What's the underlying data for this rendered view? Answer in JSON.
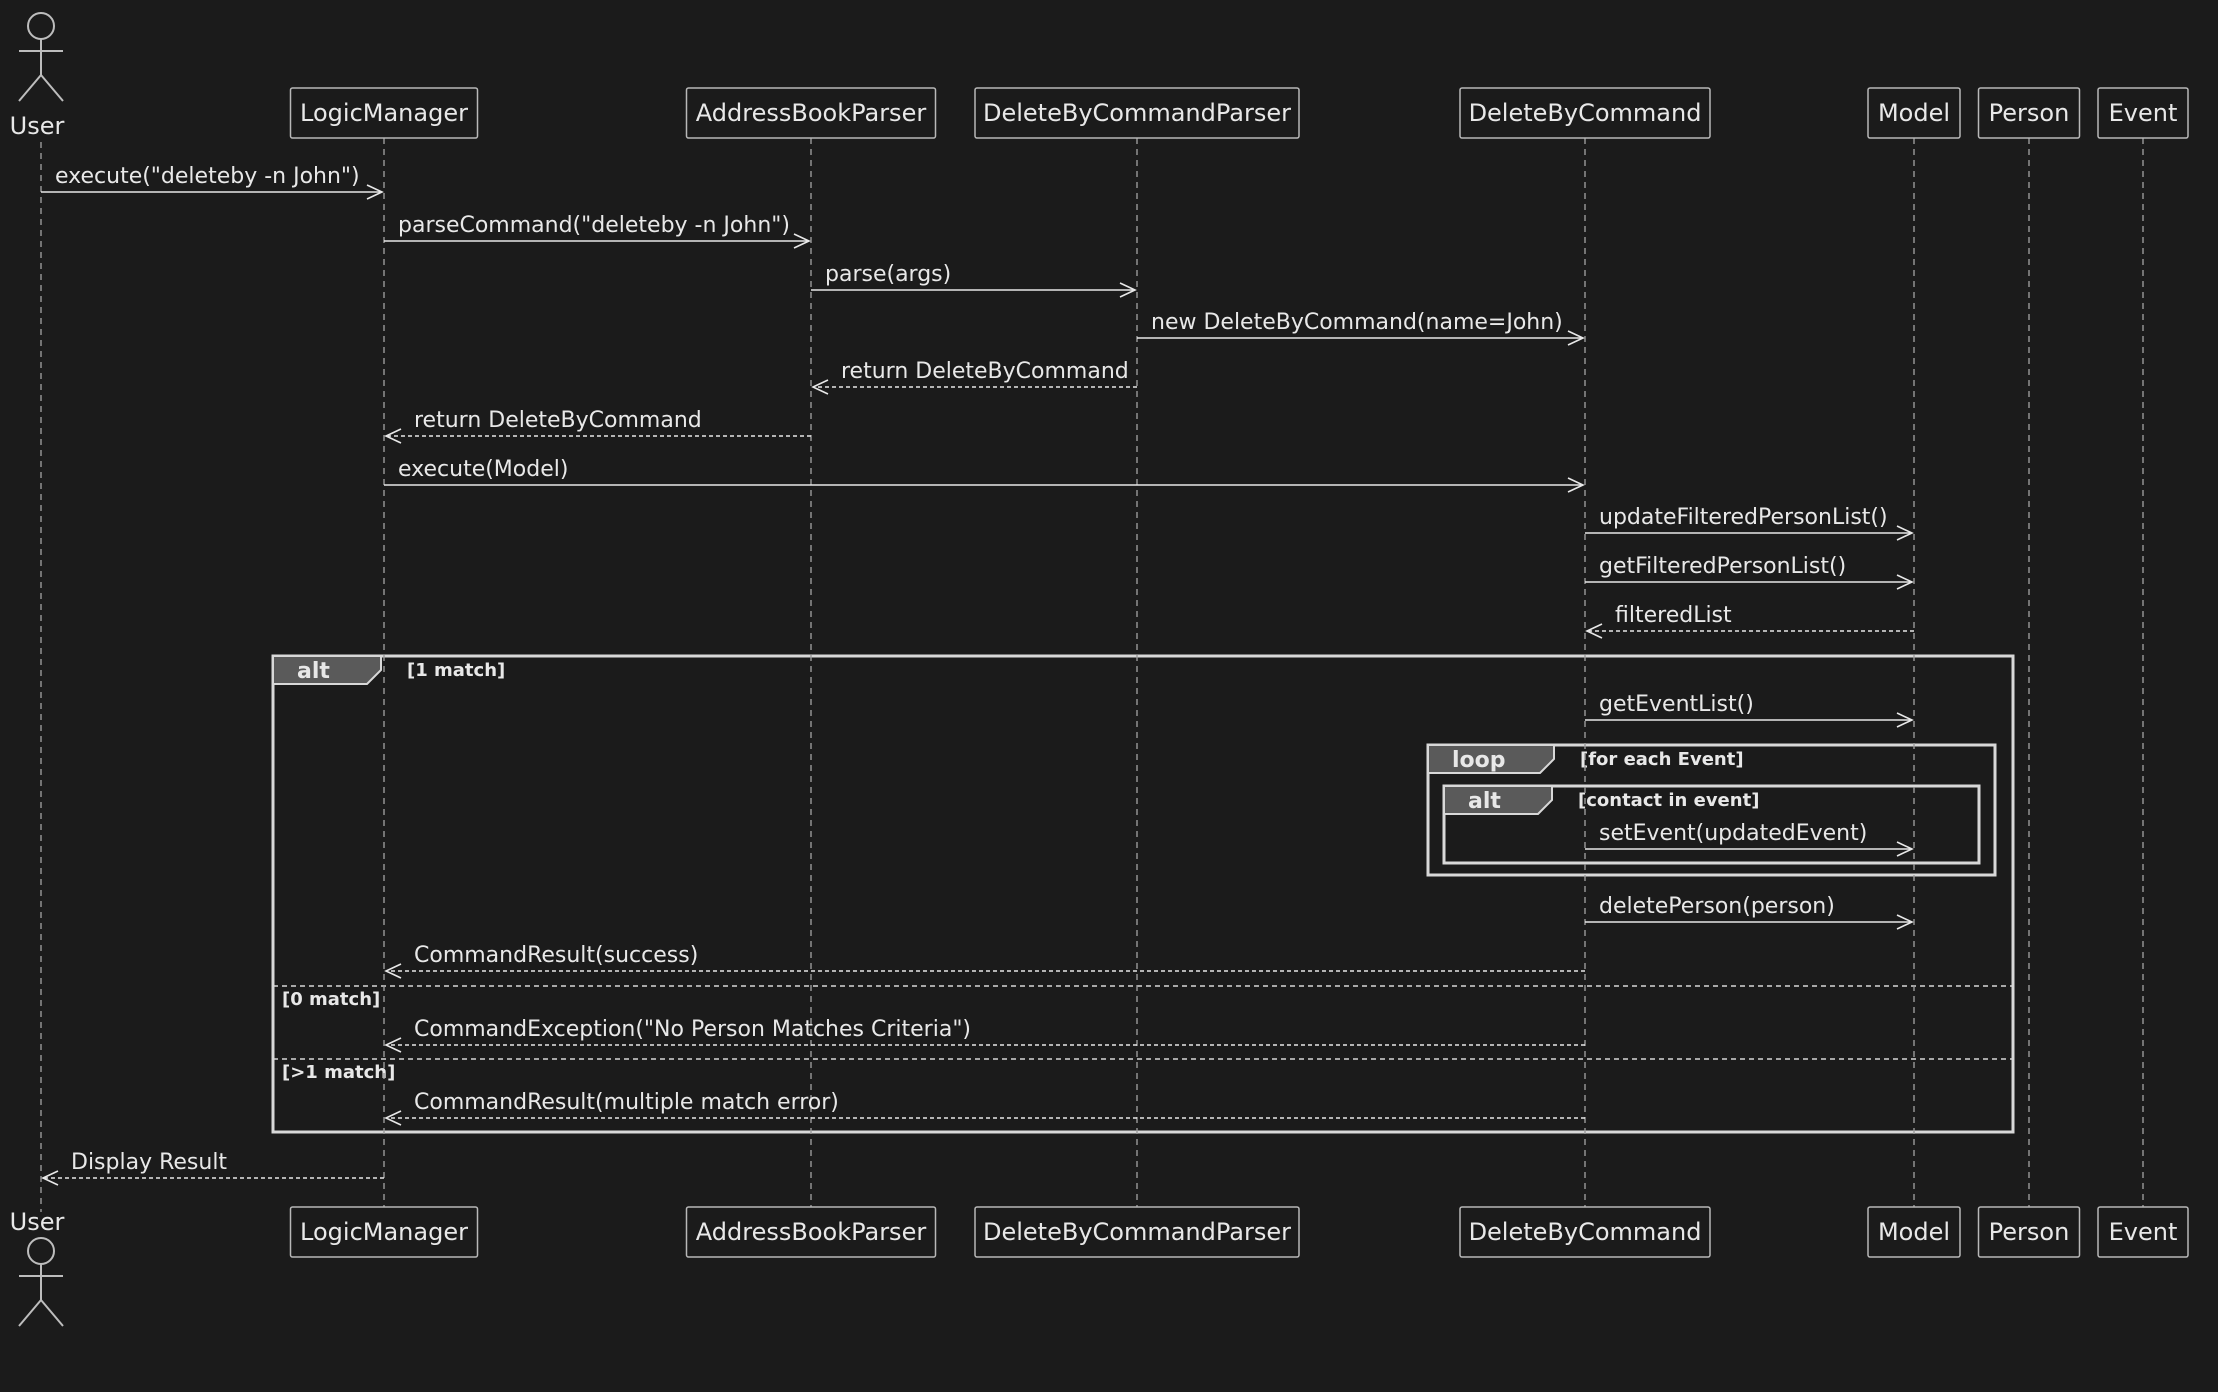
{
  "participants": [
    {
      "id": "user",
      "label": "User",
      "kind": "actor"
    },
    {
      "id": "logic",
      "label": "LogicManager",
      "kind": "box"
    },
    {
      "id": "abp",
      "label": "AddressBookParser",
      "kind": "box"
    },
    {
      "id": "dbcp",
      "label": "DeleteByCommandParser",
      "kind": "box"
    },
    {
      "id": "dbc",
      "label": "DeleteByCommand",
      "kind": "box"
    },
    {
      "id": "model",
      "label": "Model",
      "kind": "box"
    },
    {
      "id": "person",
      "label": "Person",
      "kind": "box"
    },
    {
      "id": "event",
      "label": "Event",
      "kind": "box"
    }
  ],
  "messages": [
    {
      "from": "user",
      "to": "logic",
      "label": "execute(\"deleteby -n John\")",
      "type": "call"
    },
    {
      "from": "logic",
      "to": "abp",
      "label": "parseCommand(\"deleteby -n John\")",
      "type": "call"
    },
    {
      "from": "abp",
      "to": "dbcp",
      "label": "parse(args)",
      "type": "call"
    },
    {
      "from": "dbcp",
      "to": "dbc",
      "label": "new DeleteByCommand(name=John)",
      "type": "call"
    },
    {
      "from": "dbcp",
      "to": "abp",
      "label": "return DeleteByCommand",
      "type": "return"
    },
    {
      "from": "abp",
      "to": "logic",
      "label": "return DeleteByCommand",
      "type": "return"
    },
    {
      "from": "logic",
      "to": "dbc",
      "label": "execute(Model)",
      "type": "call"
    },
    {
      "from": "dbc",
      "to": "model",
      "label": "updateFilteredPersonList()",
      "type": "call"
    },
    {
      "from": "dbc",
      "to": "model",
      "label": "getFilteredPersonList()",
      "type": "call"
    },
    {
      "from": "model",
      "to": "dbc",
      "label": "filteredList",
      "type": "return"
    },
    {
      "from": "dbc",
      "to": "model",
      "label": "getEventList()",
      "type": "call"
    },
    {
      "from": "dbc",
      "to": "model",
      "label": "setEvent(updatedEvent)",
      "type": "call"
    },
    {
      "from": "dbc",
      "to": "model",
      "label": "deletePerson(person)",
      "type": "call"
    },
    {
      "from": "dbc",
      "to": "logic",
      "label": "CommandResult(success)",
      "type": "return"
    },
    {
      "from": "dbc",
      "to": "logic",
      "label": "CommandException(\"No Person Matches Criteria\")",
      "type": "return"
    },
    {
      "from": "dbc",
      "to": "logic",
      "label": "CommandResult(multiple match error)",
      "type": "return"
    },
    {
      "from": "logic",
      "to": "user",
      "label": "Display Result",
      "type": "return"
    }
  ],
  "fragments": [
    {
      "keyword": "alt",
      "guard": "[1 match]",
      "else_guards": [
        "[0 match]",
        "[>1 match]"
      ]
    },
    {
      "keyword": "loop",
      "guard": "[for each Event]"
    },
    {
      "keyword": "alt",
      "guard": "[contact in event]"
    }
  ]
}
